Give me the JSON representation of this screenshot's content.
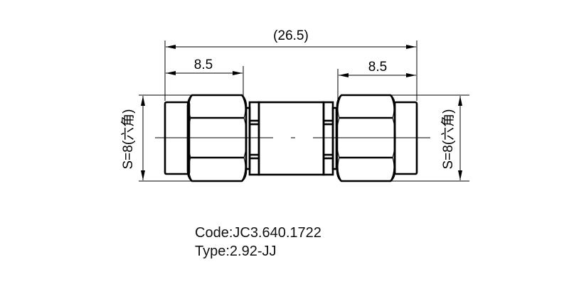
{
  "drawing": {
    "overall_length_label": "(26.5)",
    "left_hex_length_label": "8.5",
    "right_hex_length_label": "8.5",
    "left_hex_size_label": "S=8(六角)",
    "right_hex_size_label": "S=8(六角)",
    "stroke_color": "#000000",
    "background_color": "#ffffff"
  },
  "notes": {
    "code": "Code:JC3.640.1722",
    "type": "Type:2.92-JJ"
  }
}
